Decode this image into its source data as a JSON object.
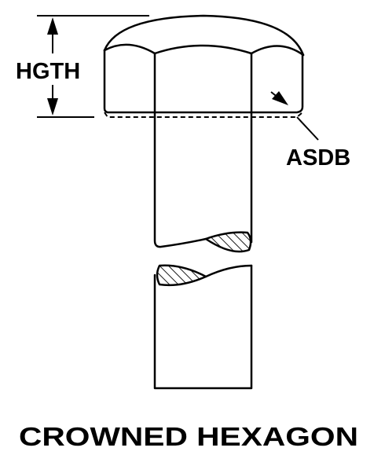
{
  "labels": {
    "height_label": "HGTH",
    "seat_label": "ASDB",
    "caption": "CROWNED HEXAGON"
  },
  "colors": {
    "ink": "#000000",
    "background": "#ffffff"
  }
}
